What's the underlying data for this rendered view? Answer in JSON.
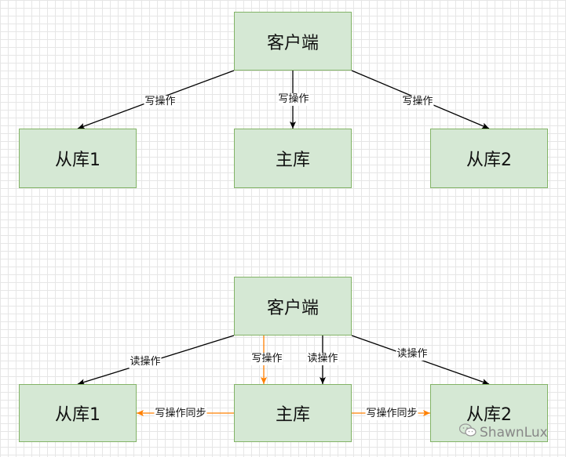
{
  "colors": {
    "node_fill": "#d5e8d4",
    "node_border": "#82b366",
    "edge_black": "#000000",
    "edge_orange": "#ff8000"
  },
  "top": {
    "client": "客户端",
    "master": "主库",
    "slave1": "从库1",
    "slave2": "从库2",
    "edge_left": "写操作",
    "edge_mid": "写操作",
    "edge_right": "写操作"
  },
  "bottom": {
    "client": "客户端",
    "master": "主库",
    "slave1": "从库1",
    "slave2": "从库2",
    "edge_client_slave1": "读操作",
    "edge_client_master_write": "写操作",
    "edge_client_master_read": "读操作",
    "edge_client_slave2": "读操作",
    "edge_sync_left": "写操作同步",
    "edge_sync_right": "写操作同步"
  },
  "watermark": {
    "icon": "wechat-icon",
    "text": "ShawnLux"
  }
}
